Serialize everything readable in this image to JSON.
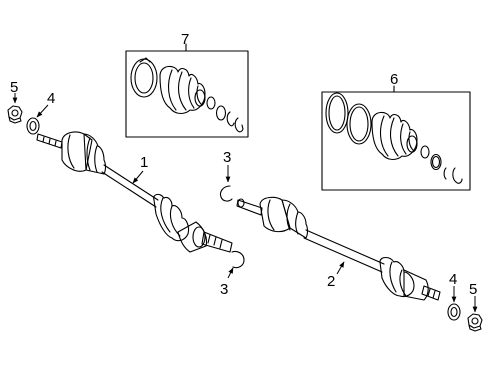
{
  "callouts": {
    "c1": "1",
    "c2": "2",
    "c3a": "3",
    "c3b": "3",
    "c4a": "4",
    "c4b": "4",
    "c5a": "5",
    "c5b": "5",
    "c6": "6",
    "c7": "7"
  }
}
